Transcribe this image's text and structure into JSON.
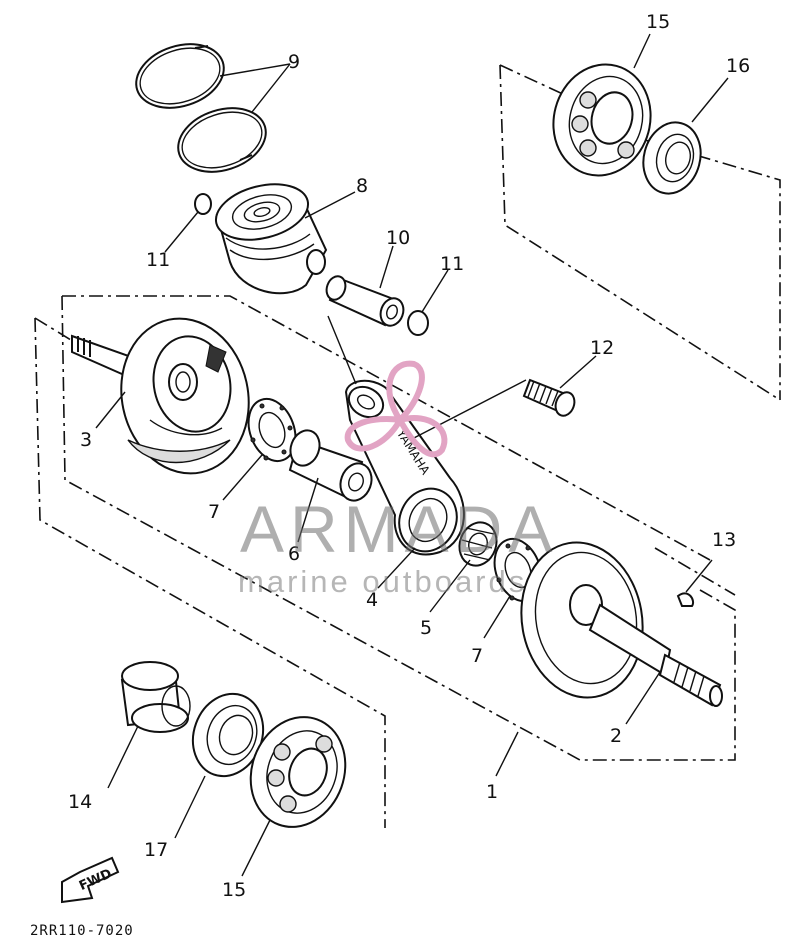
{
  "diagram": {
    "part_labels": {
      "p1": "1",
      "p2": "2",
      "p3": "3",
      "p4": "4",
      "p5": "5",
      "p6": "6",
      "p7a": "7",
      "p7b": "7",
      "p8": "8",
      "p9": "9",
      "p10": "10",
      "p11a": "11",
      "p11b": "11",
      "p12": "12",
      "p13": "13",
      "p14": "14",
      "p15a": "15",
      "p15b": "15",
      "p16": "16",
      "p17": "17"
    },
    "rod_marking": "YAMAHA",
    "fwd_label": "FWD",
    "drawing_code": "2RR110-7020"
  },
  "watermark": {
    "brand": "ARMADA",
    "tagline": "marine outboards",
    "color": "#e2a4c4"
  }
}
